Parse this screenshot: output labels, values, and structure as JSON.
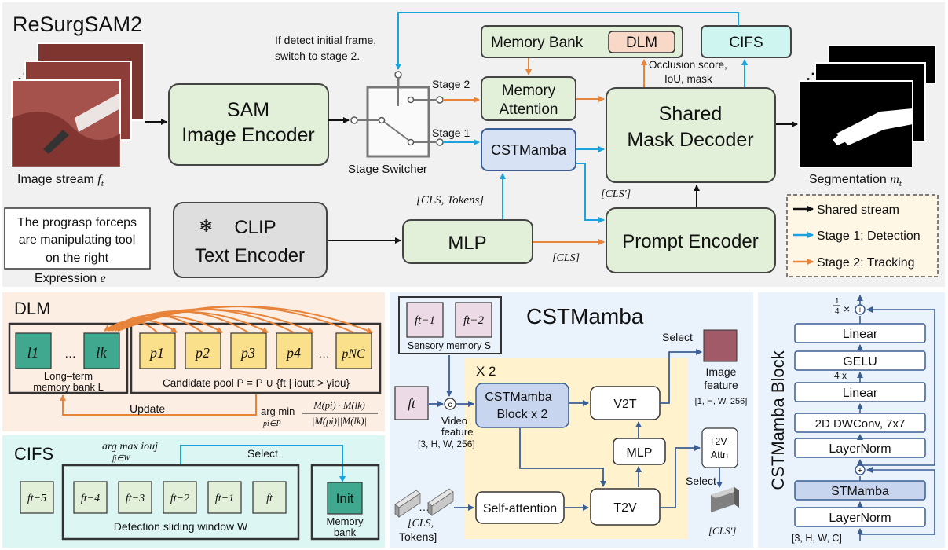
{
  "top": {
    "title": "ReSurgSAM2",
    "image_stream": "Image stream",
    "image_stream_sym": "f",
    "image_stream_sub": "t",
    "sam": [
      "SAM",
      "Image Encoder"
    ],
    "switcher_note": [
      "If detect initial frame,",
      "switch to stage 2."
    ],
    "stage2": "Stage 2",
    "stage1": "Stage 1",
    "switcher_label": "Stage Switcher",
    "memory_bank": "Memory Bank",
    "dlm_tag": "DLM",
    "cifs_tag": "CIFS",
    "memory_attention": [
      "Memory",
      "Attention"
    ],
    "cstmamba": "CSTMamba",
    "occlusion": [
      "Occlusion score,",
      "IoU, mask"
    ],
    "decoder": [
      "Shared",
      "Mask Decoder"
    ],
    "segmentation": "Segmentation",
    "seg_sym": "m",
    "seg_sub": "t",
    "cls_tokens": "[CLS, Tokens]",
    "cls_prime": "[CLS′]",
    "cls": "[CLS]",
    "expression_text": [
      "The prograsp forceps",
      "are manipulating tool",
      "on the right"
    ],
    "expression": "Expression",
    "expression_sym": "e",
    "clip": [
      "CLIP",
      "Text Encoder"
    ],
    "mlp": "MLP",
    "prompt_encoder": "Prompt Encoder",
    "legend": [
      {
        "label": "Shared stream",
        "color": "#111111"
      },
      {
        "label": "Stage 1: Detection",
        "color": "#1aa3dc"
      },
      {
        "label": "Stage 2: Tracking",
        "color": "#e8833a"
      }
    ]
  },
  "dlm": {
    "title": "DLM",
    "long_term": [
      "l1",
      "lk"
    ],
    "long_term_label": [
      "Long–term",
      "memory bank L"
    ],
    "candidates": [
      "p1",
      "p2",
      "p3",
      "p4",
      "pNC"
    ],
    "candidate_label": "Candidate pool P = P ∪ {ft | ioutt > γiou}",
    "update": "Update",
    "argmin": "arg min",
    "argmin_sub": "pi∈P",
    "frac_num": "M(pi) · M(lk)",
    "frac_den": "|M(pi)||M(lk)|"
  },
  "cifs": {
    "title": "CIFS",
    "argmax": "arg max iouj",
    "argmax_sub": "fj∈W",
    "select": "Select",
    "frames": [
      "ft−5",
      "ft−4",
      "ft−3",
      "ft−2",
      "ft−1",
      "ft"
    ],
    "window_label": "Detection sliding window W",
    "init": "Init",
    "memory_bank": [
      "Memory",
      "bank"
    ]
  },
  "cst": {
    "title": "CSTMamba",
    "sensory": [
      "ft−1",
      "ft−2"
    ],
    "sensory_label": "Sensory memory S",
    "x2": "X 2",
    "ft": "ft",
    "c": "c",
    "video_feature": [
      "Video",
      "feature",
      "[3, H, W, 256]"
    ],
    "block": [
      "CSTMamba",
      "Block x 2"
    ],
    "v2t": "V2T",
    "select1": "Select",
    "image_feature": [
      "Image",
      "feature",
      "[1, H, W, 256]"
    ],
    "mlp": "MLP",
    "t2v_attn": [
      "T2V-",
      "Attn"
    ],
    "select2": "Select",
    "self_attention": "Self-attention",
    "t2v": "T2V",
    "tokens_label": [
      "[CLS,",
      "Tokens]"
    ],
    "cls_prime": "[CLS′]"
  },
  "block": {
    "title": "CSTMamba Block",
    "quarter": "1/4 x",
    "layers": [
      "Linear",
      "GELU",
      "Linear",
      "2D DWConv, 7x7",
      "LayerNorm",
      "STMamba",
      "LayerNorm"
    ],
    "four_x": "4 x",
    "shape": "[3, H, W, C]"
  }
}
